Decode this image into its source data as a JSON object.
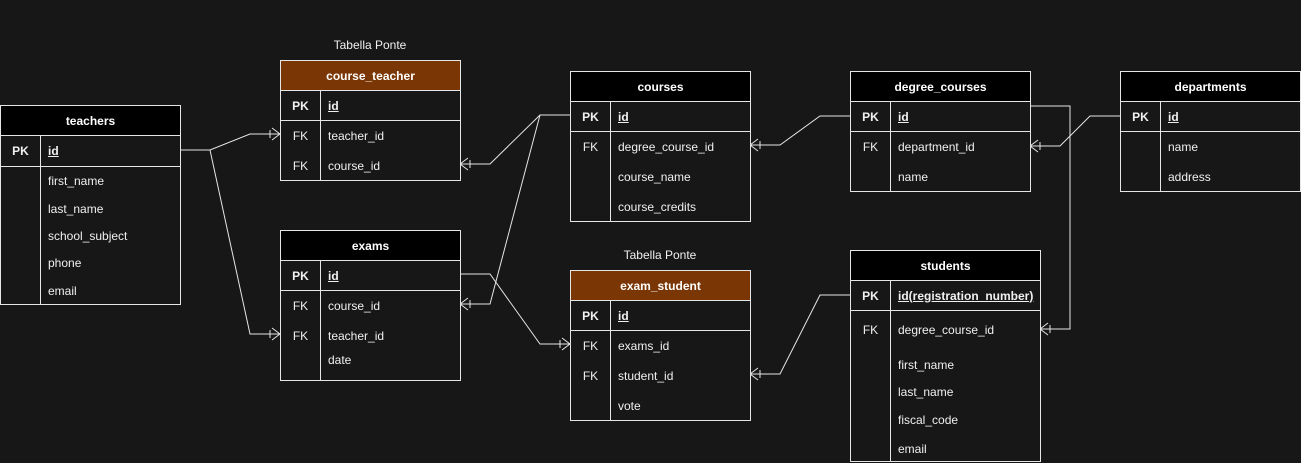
{
  "captions": {
    "bridge_label_1": "Tabella Ponte",
    "bridge_label_2": "Tabella Ponte"
  },
  "entities": {
    "teachers": {
      "title": "teachers",
      "rows": [
        {
          "key": "PK",
          "field": "id"
        },
        {
          "key": "",
          "field": "first_name"
        },
        {
          "key": "",
          "field": "last_name"
        },
        {
          "key": "",
          "field": "school_subject"
        },
        {
          "key": "",
          "field": "phone"
        },
        {
          "key": "",
          "field": "email"
        }
      ]
    },
    "course_teacher": {
      "title": "course_teacher",
      "rows": [
        {
          "key": "PK",
          "field": "id"
        },
        {
          "key": "FK",
          "field": "teacher_id"
        },
        {
          "key": "FK",
          "field": "course_id"
        }
      ]
    },
    "exams": {
      "title": "exams",
      "rows": [
        {
          "key": "PK",
          "field": "id"
        },
        {
          "key": "FK",
          "field": "course_id"
        },
        {
          "key": "FK",
          "field": "teacher_id"
        },
        {
          "key": "",
          "field": "date"
        }
      ]
    },
    "courses": {
      "title": "courses",
      "rows": [
        {
          "key": "PK",
          "field": "id"
        },
        {
          "key": "FK",
          "field": "degree_course_id"
        },
        {
          "key": "",
          "field": "course_name"
        },
        {
          "key": "",
          "field": "course_credits"
        }
      ]
    },
    "exam_student": {
      "title": "exam_student",
      "rows": [
        {
          "key": "PK",
          "field": "id"
        },
        {
          "key": "FK",
          "field": "exams_id"
        },
        {
          "key": "FK",
          "field": "student_id"
        },
        {
          "key": "",
          "field": "vote"
        }
      ]
    },
    "degree_courses": {
      "title": "degree_courses",
      "rows": [
        {
          "key": "PK",
          "field": "id"
        },
        {
          "key": "FK",
          "field": "department_id"
        },
        {
          "key": "",
          "field": "name"
        }
      ]
    },
    "students": {
      "title": "students",
      "rows": [
        {
          "key": "PK",
          "field": "id(registration_number)"
        },
        {
          "key": "FK",
          "field": "degree_course_id"
        },
        {
          "key": "",
          "field": "first_name"
        },
        {
          "key": "",
          "field": "last_name"
        },
        {
          "key": "",
          "field": "fiscal_code"
        },
        {
          "key": "",
          "field": "email"
        }
      ]
    },
    "departments": {
      "title": "departments",
      "rows": [
        {
          "key": "PK",
          "field": "id"
        },
        {
          "key": "",
          "field": "name"
        },
        {
          "key": "",
          "field": "address"
        }
      ]
    }
  },
  "colors": {
    "background": "#171717",
    "bridge_header": "#7a3604",
    "header": "#000000",
    "line": "#e6e6e6"
  }
}
